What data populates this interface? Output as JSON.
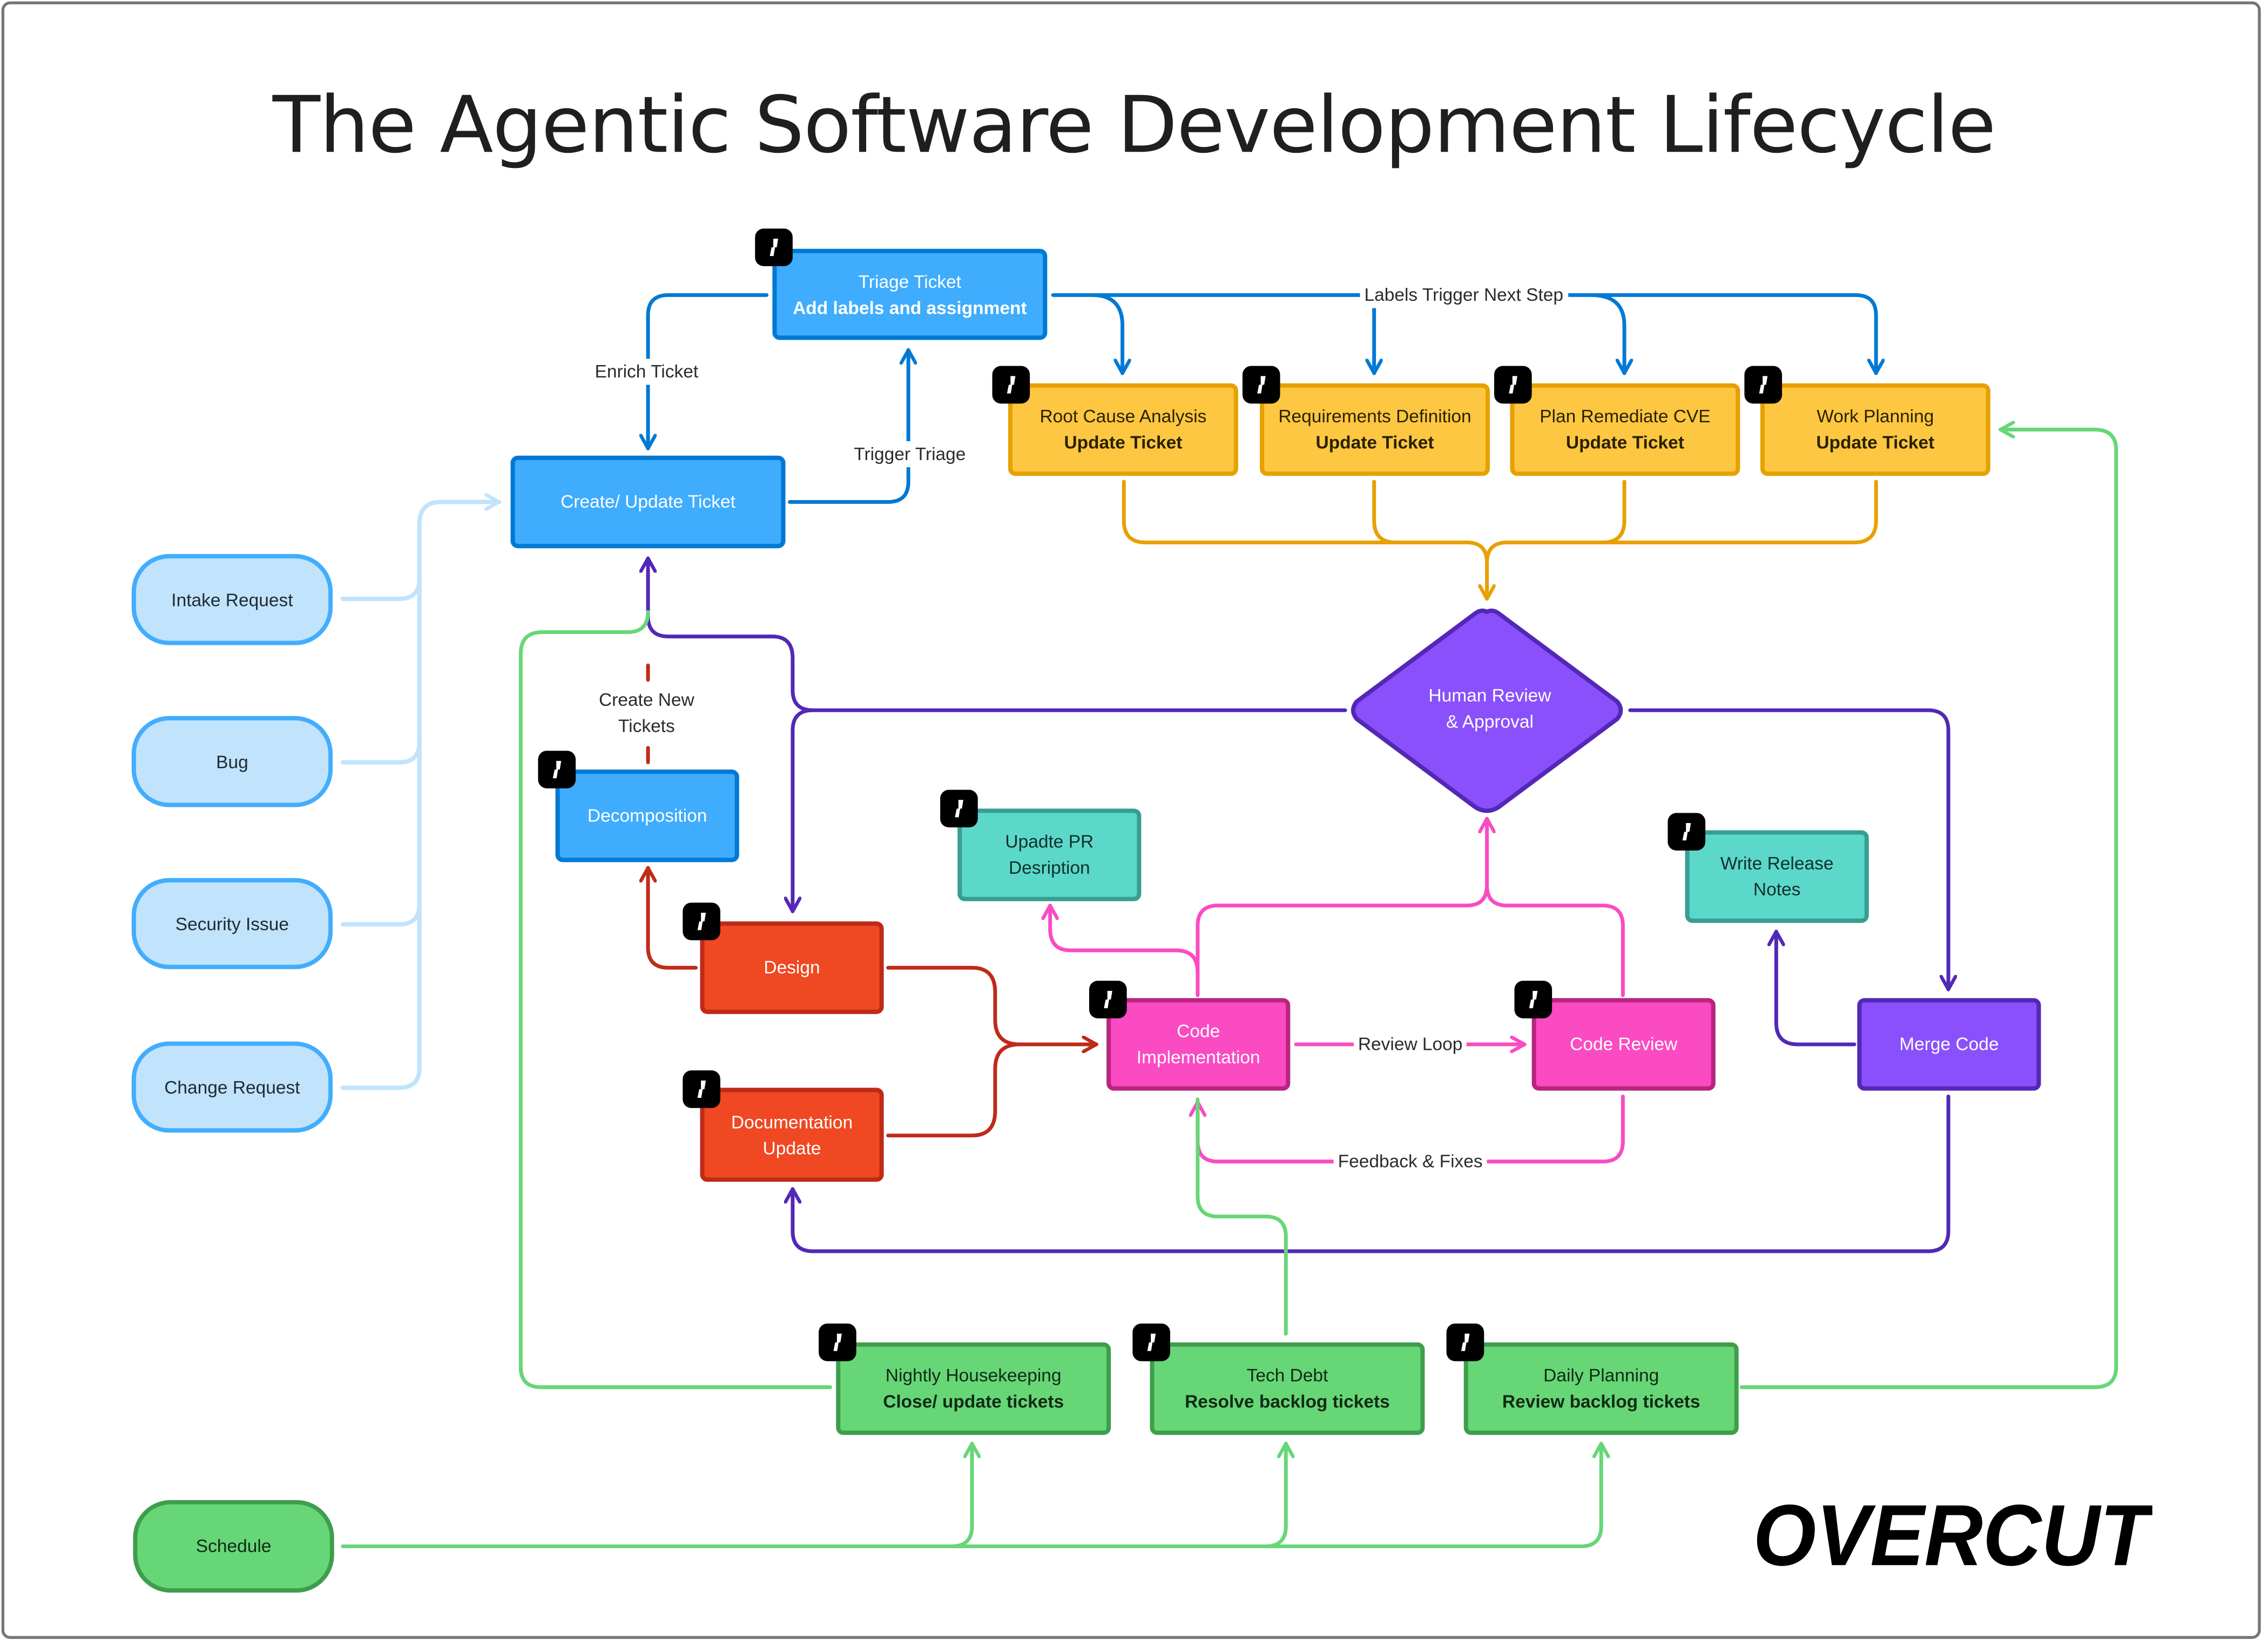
{
  "title": "The Agentic Software Development Lifecycle",
  "brand": {
    "name": "OVERCUT"
  },
  "colors": {
    "blue": "#3FACFD",
    "blue_border": "#0079D4",
    "light_blue": "#C1E3FC",
    "light_blue_border": "#43ADFD",
    "yellow": "#FDC741",
    "yellow_border": "#E6A100",
    "purple": "#8A50FB",
    "purple_border": "#5328B6",
    "teal": "#5CD8CA",
    "teal_border": "#379E92",
    "red": "#F04822",
    "red_border": "#BE2B18",
    "pink": "#FA4BC2",
    "pink_border": "#B7257F",
    "green": "#67D677",
    "green_border": "#3E9E4C",
    "frame_border": "#767676"
  },
  "sources": [
    {
      "id": "intake",
      "label": "Intake Request"
    },
    {
      "id": "bug",
      "label": "Bug"
    },
    {
      "id": "security",
      "label": "Security Issue"
    },
    {
      "id": "change",
      "label": "Change Request"
    },
    {
      "id": "schedule",
      "label": "Schedule"
    }
  ],
  "nodes": {
    "triage": {
      "line1": "Triage Ticket",
      "line2": "Add labels and assignment",
      "agent": true
    },
    "create_update": {
      "line1": "Create/ Update Ticket",
      "agent": false
    },
    "rca": {
      "line1": "Root Cause Analysis",
      "line2": "Update Ticket",
      "agent": true
    },
    "requirements": {
      "line1": "Requirements Definition",
      "line2": "Update Ticket",
      "agent": true
    },
    "cve": {
      "line1": "Plan Remediate CVE",
      "line2": "Update Ticket",
      "agent": true
    },
    "work_planning": {
      "line1": "Work Planning",
      "line2": "Update Ticket",
      "agent": true
    },
    "human_review": {
      "line1": "Human Review",
      "line2": "& Approval",
      "agent": false
    },
    "decomposition": {
      "line1": "Decomposition",
      "agent": true
    },
    "design": {
      "line1": "Design",
      "agent": true
    },
    "documentation": {
      "line1": "Documentation",
      "line2": "Update",
      "agent": true
    },
    "pr_description": {
      "line1": "Upadte PR",
      "line2": "Desription",
      "agent": true
    },
    "code_impl": {
      "line1": "Code",
      "line2": "Implementation",
      "agent": true
    },
    "code_review": {
      "line1": "Code Review",
      "agent": true
    },
    "release_notes": {
      "line1": "Write Release Notes",
      "agent": true
    },
    "merge_code": {
      "line1": "Merge Code",
      "agent": false
    },
    "nightly": {
      "line1": "Nightly Housekeeping",
      "line2": "Close/ update tickets",
      "agent": true
    },
    "tech_debt": {
      "line1": "Tech Debt",
      "line2": "Resolve backlog tickets",
      "agent": true
    },
    "daily_planning": {
      "line1": "Daily Planning",
      "line2": "Review backlog tickets",
      "agent": true
    }
  },
  "edge_labels": {
    "enrich": "Enrich Ticket",
    "trigger_triage": "Trigger Triage",
    "labels_trigger": "Labels Trigger Next Step",
    "create_new_1": "Create New",
    "create_new_2": "Tickets",
    "review_loop": "Review Loop",
    "feedback": "Feedback & Fixes"
  },
  "icons": {
    "agent_badge": "overcut-slash-icon"
  }
}
